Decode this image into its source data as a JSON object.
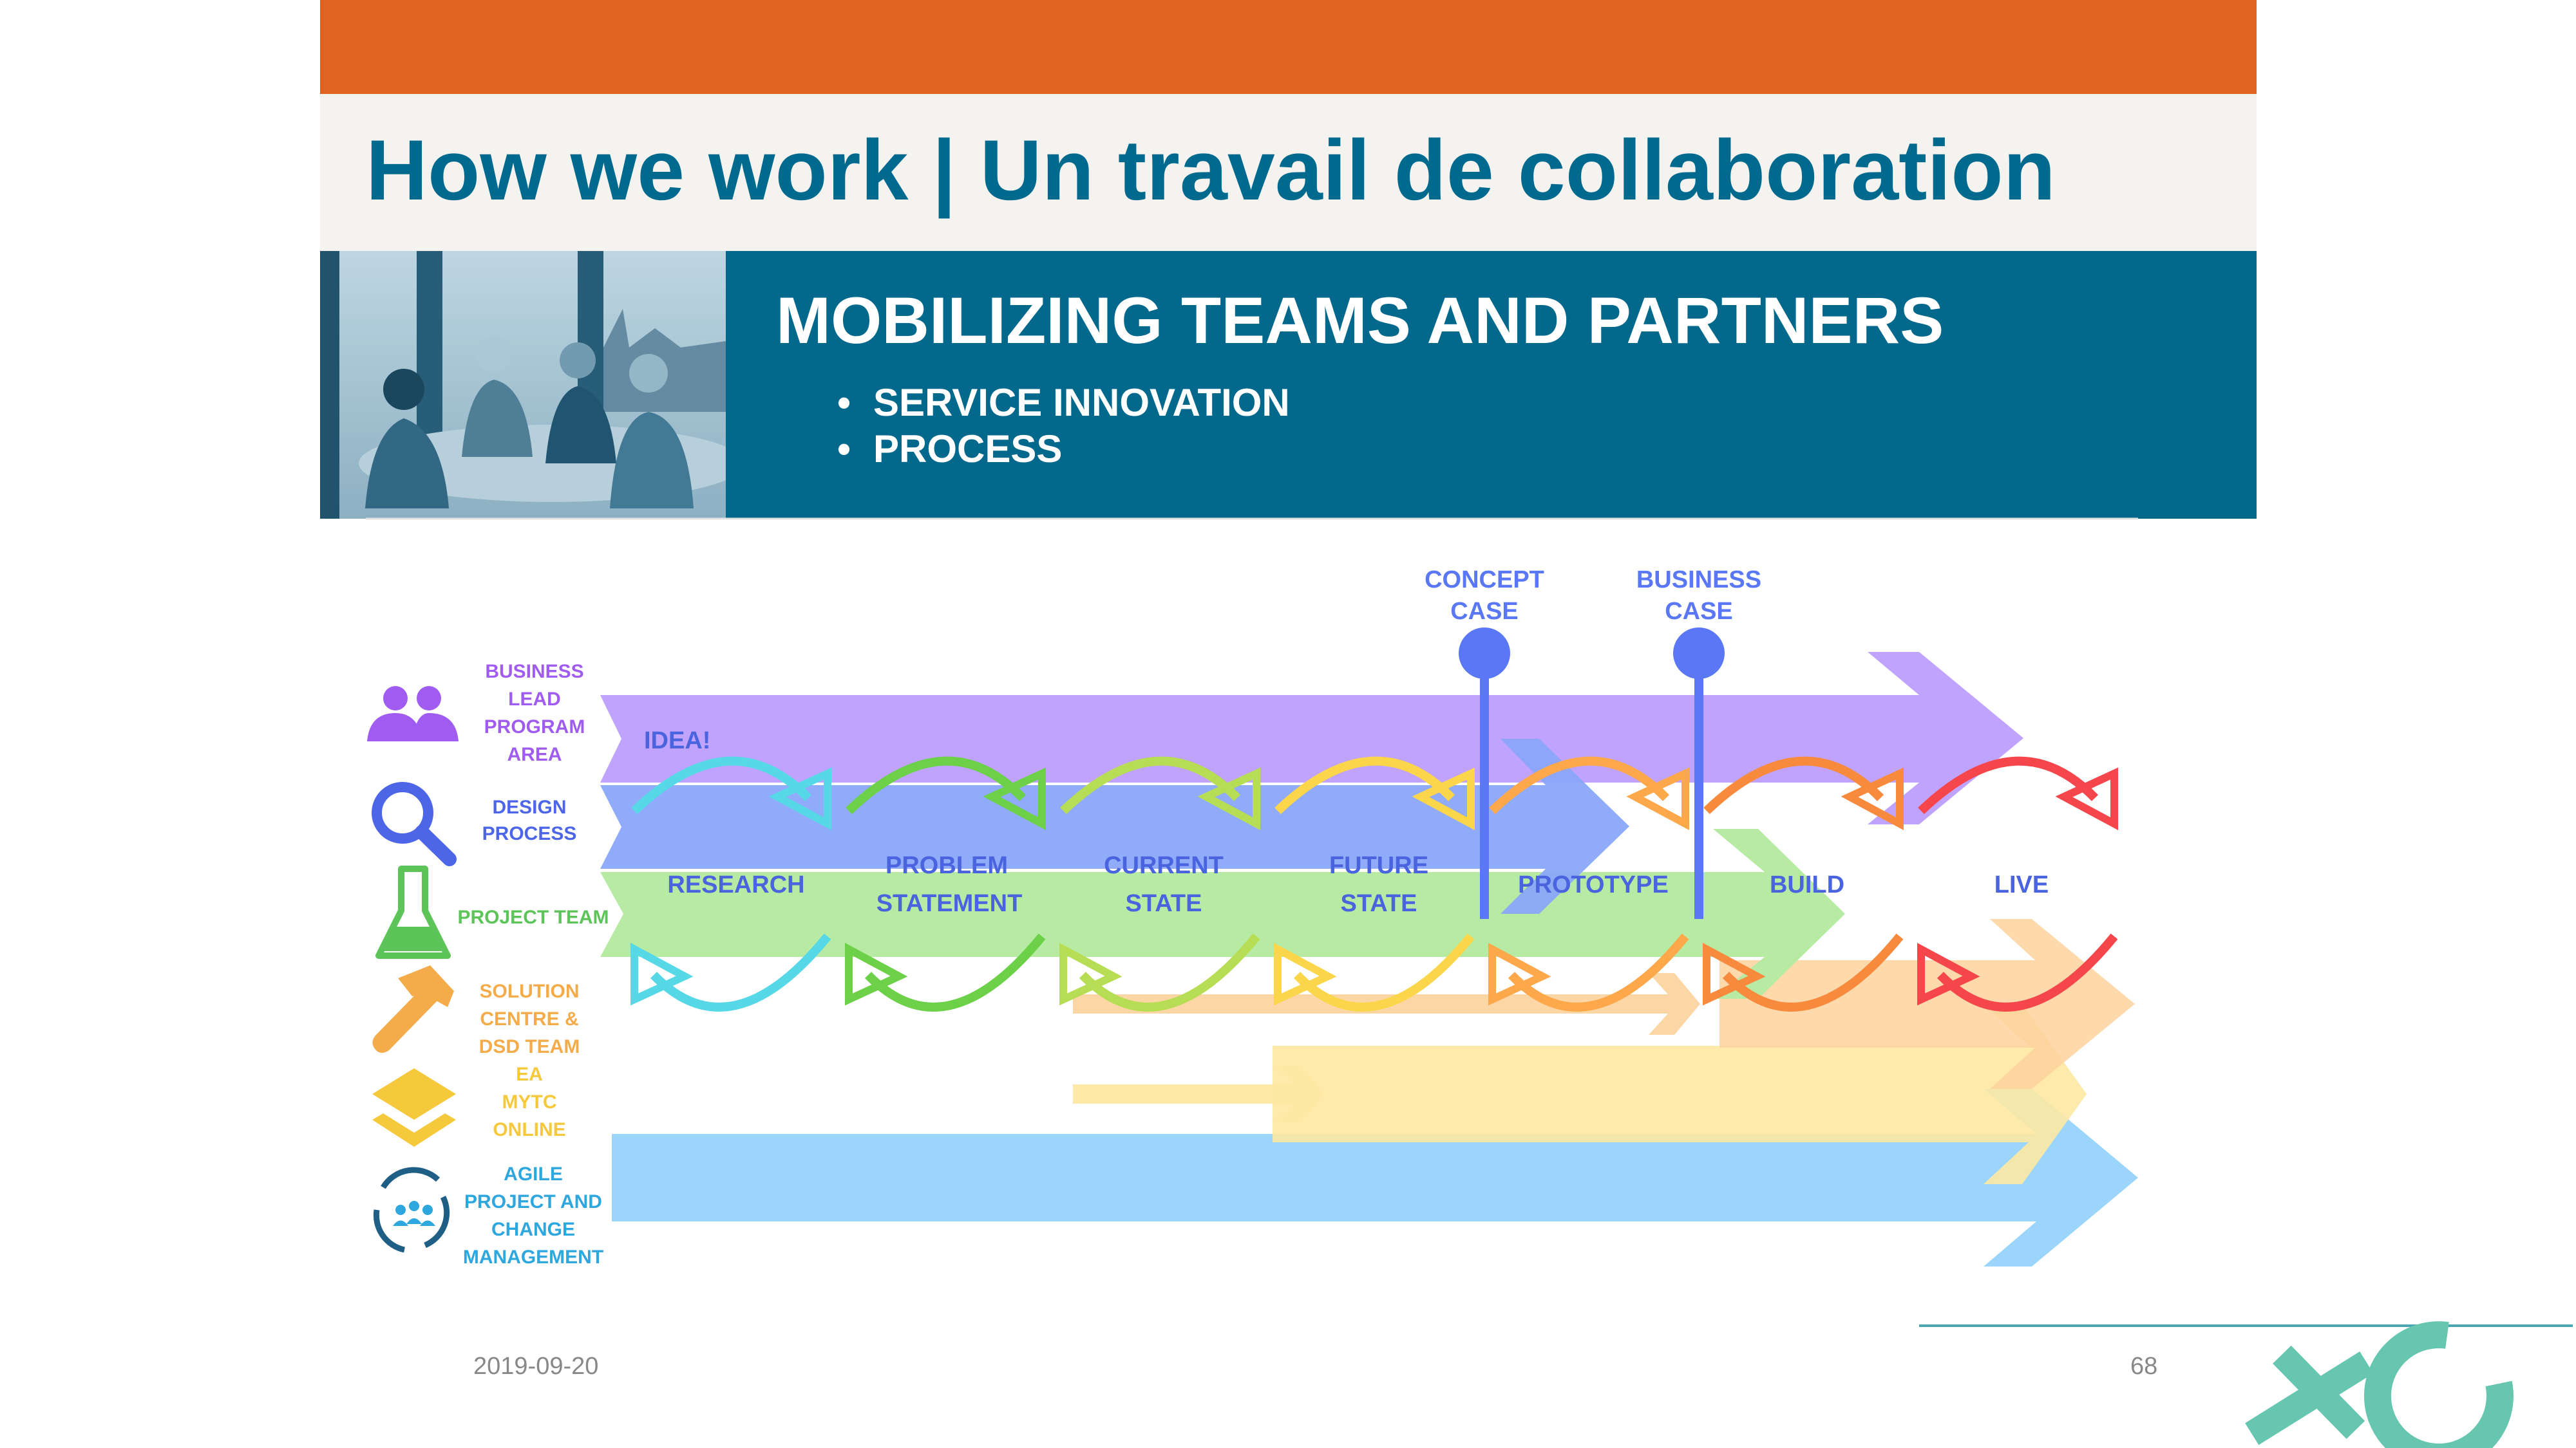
{
  "colors": {
    "orange_bar": "#E06321",
    "title_band": "#F4F3EF",
    "title_text": "#00698E",
    "banner_bg": "#03698C",
    "banner_text": "#FFFFFF",
    "footer_text": "#888888",
    "logo": "#67C6B0",
    "purple": "#BFA3FF",
    "blue": "#8AA6FA",
    "green": "#B7EBA3",
    "orange": "#FDD29C",
    "yellow": "#FEE9A3",
    "sky": "#96D3FB",
    "milestone": "#5A78F5"
  },
  "header": {
    "title": "How we work | Un travail de collaboration"
  },
  "banner": {
    "heading": "MOBILIZING TEAMS AND PARTNERS",
    "bullets": [
      "SERVICE INNOVATION",
      "PROCESS"
    ],
    "photo_description_icon": "team-meeting-photo"
  },
  "diagram": {
    "milestones": [
      {
        "lines": [
          "CONCEPT",
          "CASE"
        ]
      },
      {
        "lines": [
          "BUSINESS",
          "CASE"
        ]
      }
    ],
    "roles": [
      {
        "icon": "people-icon",
        "color": "#A05CF0",
        "lines": [
          "BUSINESS",
          "LEAD",
          "PROGRAM",
          "AREA"
        ]
      },
      {
        "icon": "magnifier-icon",
        "color": "#4D66E8",
        "lines": [
          "DESIGN",
          "PROCESS"
        ]
      },
      {
        "icon": "flask-icon",
        "color": "#5DC45A",
        "lines": [
          "PROJECT TEAM"
        ]
      },
      {
        "icon": "hammer-icon",
        "color": "#F4AC4A",
        "lines": [
          "SOLUTION",
          "CENTRE &",
          "DSD TEAM",
          "EA"
        ]
      },
      {
        "icon": "layers-icon",
        "color": "#F6C93C",
        "lines": [
          "MYTC",
          "ONLINE"
        ]
      },
      {
        "icon": "agile-cycle-icon",
        "color": "#2EA6DE",
        "lines": [
          "AGILE",
          "PROJECT AND",
          "CHANGE",
          "MANAGEMENT"
        ]
      }
    ],
    "idea_label": "IDEA!",
    "stages": [
      {
        "lines": [
          "RESEARCH"
        ],
        "color": "#4A63DE"
      },
      {
        "lines": [
          "PROBLEM",
          "STATEMENT"
        ],
        "color": "#4A63DE"
      },
      {
        "lines": [
          "CURRENT",
          "STATE"
        ],
        "color": "#4A63DE"
      },
      {
        "lines": [
          "FUTURE",
          "STATE"
        ],
        "color": "#4A63DE"
      },
      {
        "lines": [
          "PROTOTYPE"
        ],
        "color": "#4A63DE"
      },
      {
        "lines": [
          "BUILD"
        ],
        "color": "#4A63DE"
      },
      {
        "lines": [
          "LIVE"
        ],
        "color": "#4A63DE"
      }
    ],
    "loop_colors": [
      "#56D8E6",
      "#6CD048",
      "#B7DD54",
      "#FBD54A",
      "#FDA84B",
      "#F88A3D",
      "#F5474B"
    ]
  },
  "footer": {
    "date": "2019-09-20",
    "page_number": "68"
  }
}
